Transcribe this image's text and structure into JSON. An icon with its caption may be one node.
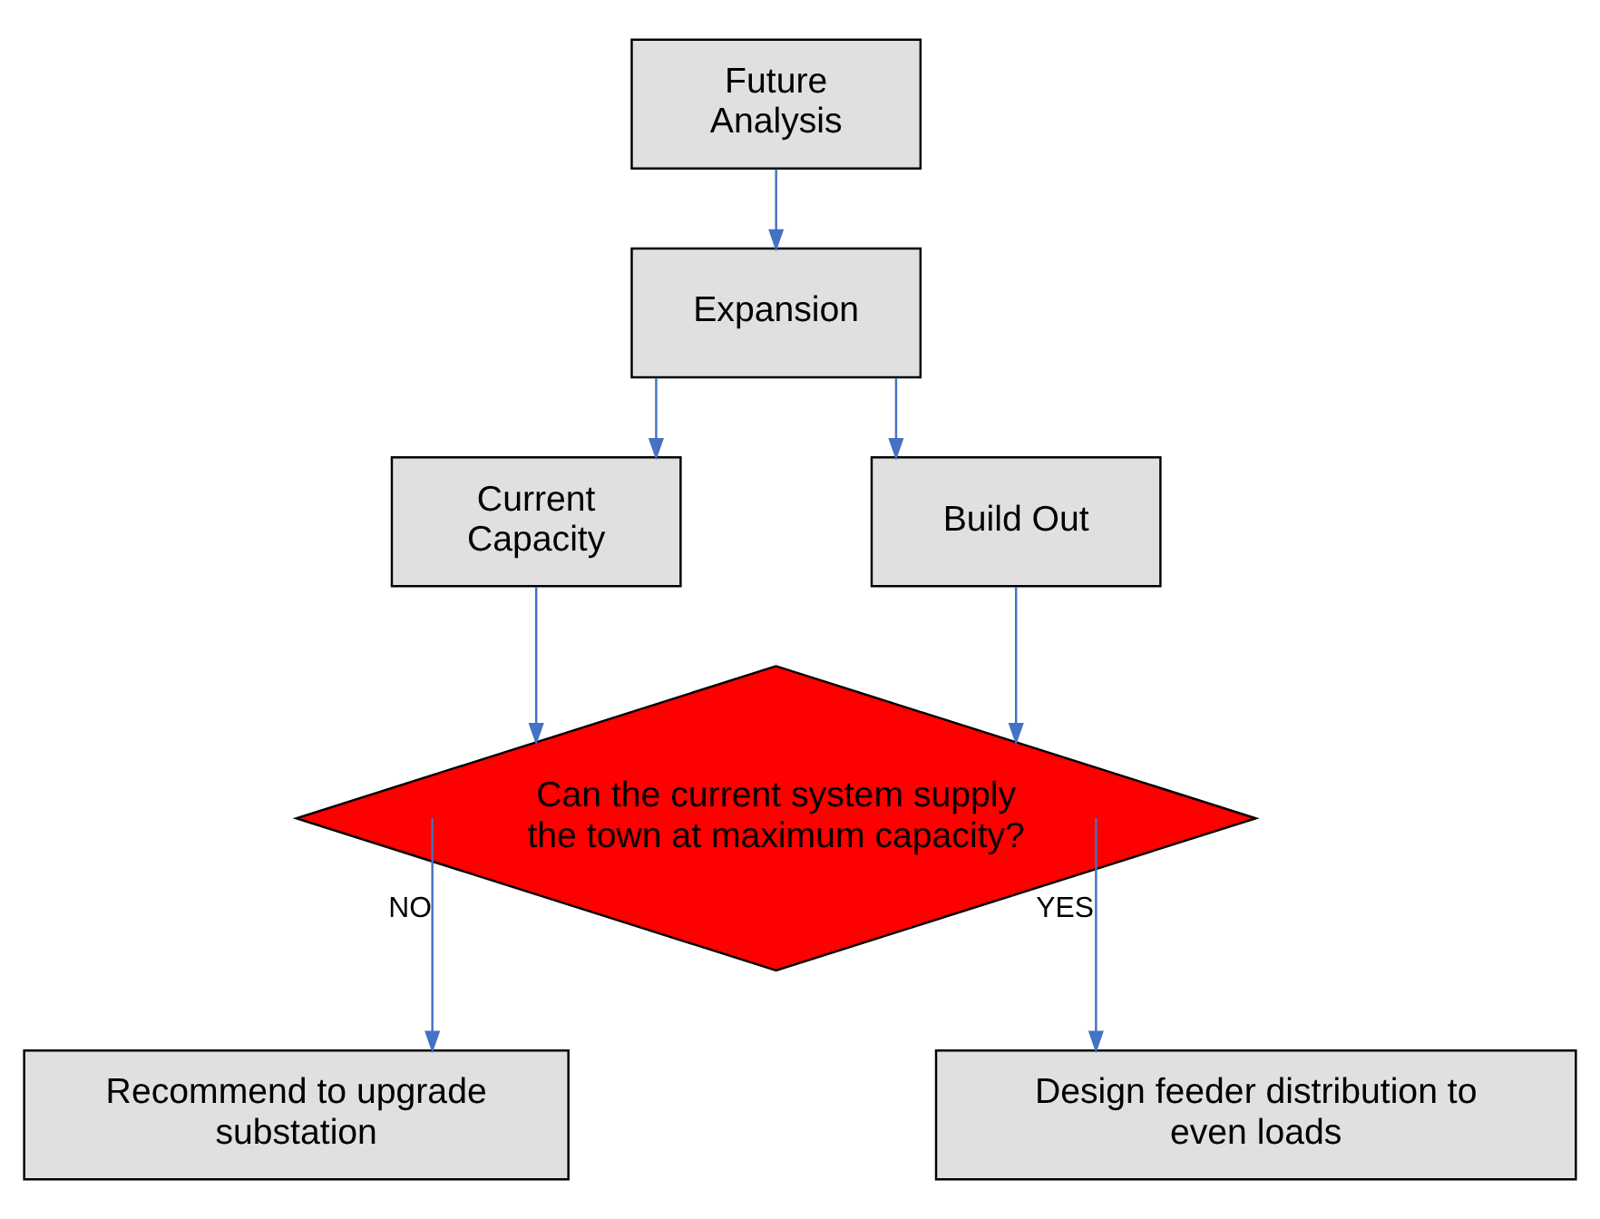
{
  "diagram": {
    "nodes": [
      {
        "text": [
          "Future Analysis"
        ]
      },
      {
        "text": [
          "Expansion"
        ]
      },
      {
        "text": [
          "Current Capacity"
        ]
      },
      {
        "text": [
          "Build Out"
        ]
      },
      {
        "text": [
          "Can the current system supply the town at maximum capacity?"
        ]
      },
      {
        "text": [
          "Recommend to upgrade substation"
        ]
      },
      {
        "text": [
          "Design feeder distribution to even loads"
        ]
      }
    ],
    "edges": [
      {
        "from": 0,
        "to": 1,
        "arrow": "to"
      },
      {
        "from": 1,
        "to": 2,
        "arrow": "to"
      },
      {
        "from": 1,
        "to": 3,
        "arrow": "to"
      },
      {
        "from": 2,
        "to": 4,
        "arrow": "to"
      },
      {
        "from": 3,
        "to": 4,
        "arrow": "to"
      },
      {
        "from": 4,
        "to": 5,
        "label": "NO",
        "arrow": "to"
      },
      {
        "from": 4,
        "to": 6,
        "label": "YES",
        "arrow": "to"
      }
    ]
  }
}
